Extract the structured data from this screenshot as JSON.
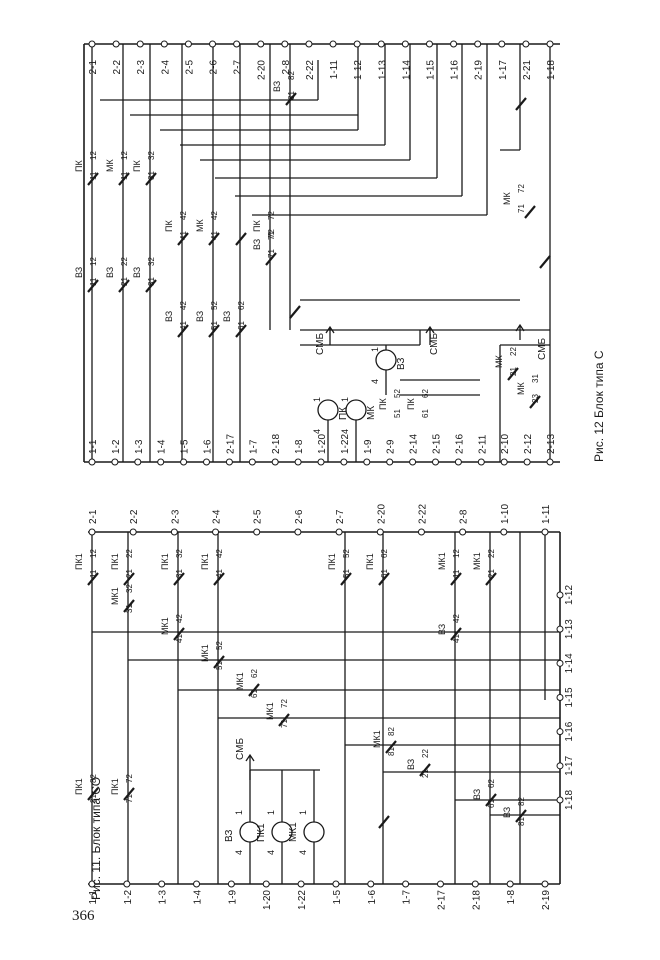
{
  "page": {
    "number": "366"
  },
  "figures": [
    {
      "id": "fig11",
      "caption": "Рис. 11. Блок типа СО",
      "top_terminals": [
        "2-1",
        "2-2",
        "2-3",
        "2-4",
        "2-5",
        "2-6",
        "2-7",
        "2-20",
        "2-22",
        "2-8",
        "1-10",
        "1-11"
      ],
      "right_terminals": [
        "1-12",
        "1-13",
        "1-14",
        "1-15",
        "1-16",
        "1-17",
        "1-18"
      ],
      "bottom_terminals": [
        "1-1",
        "1-2",
        "1-3",
        "1-4",
        "1-9",
        "1-20",
        "1-22",
        "1-5",
        "1-6",
        "1-7",
        "2-17",
        "2-18",
        "1-8",
        "2-19"
      ],
      "relays": [
        "ВЗ",
        "ПК1",
        "МК1"
      ],
      "supply_label": "СМБ",
      "contacts": [
        {
          "relay": "ПК1",
          "a": "11",
          "b": "12"
        },
        {
          "relay": "ПК1",
          "a": "21",
          "b": "22"
        },
        {
          "relay": "ПК1",
          "a": "31",
          "b": "32"
        },
        {
          "relay": "ПК1",
          "a": "41",
          "b": "42"
        },
        {
          "relay": "ПК1",
          "a": "51",
          "b": "52"
        },
        {
          "relay": "ПК1",
          "a": "61",
          "b": "62"
        },
        {
          "relay": "МК1",
          "a": "11",
          "b": "12"
        },
        {
          "relay": "МК1",
          "a": "21",
          "b": "22"
        },
        {
          "relay": "МК1",
          "a": "31",
          "b": "32"
        },
        {
          "relay": "МК1",
          "a": "41",
          "b": "42"
        },
        {
          "relay": "МК1",
          "a": "51",
          "b": "52"
        },
        {
          "relay": "МК1",
          "a": "61",
          "b": "62"
        },
        {
          "relay": "МК1",
          "a": "71",
          "b": "72"
        },
        {
          "relay": "МК1",
          "a": "81",
          "b": "82"
        },
        {
          "relay": "ВЗ",
          "a": "21",
          "b": "22"
        },
        {
          "relay": "ВЗ",
          "a": "41",
          "b": "42"
        },
        {
          "relay": "ВЗ",
          "a": "61",
          "b": "62"
        },
        {
          "relay": "ВЗ",
          "a": "81",
          "b": "82"
        },
        {
          "relay": "ПК1",
          "a": "71",
          "b": "72"
        },
        {
          "relay": "ПК1",
          "a": "81",
          "b": "82"
        }
      ],
      "coil_pins": [
        "1",
        "4"
      ]
    },
    {
      "id": "fig12",
      "caption": "Рис. 12 Блок типа С",
      "top_terminals": [
        "2-1",
        "2-2",
        "2-3",
        "2-4",
        "2-5",
        "2-6",
        "2-7",
        "2-20",
        "2-8",
        "2-22",
        "1-11",
        "1-12",
        "1-13",
        "1-14",
        "1-15",
        "1-16",
        "2-19",
        "1-17",
        "2-21",
        "1-18"
      ],
      "bottom_terminals": [
        "1-1",
        "1-2",
        "1-3",
        "1-4",
        "1-5",
        "1-6",
        "2-17",
        "1-7",
        "2-18",
        "1-8",
        "1-20",
        "1-22",
        "1-9",
        "2-9",
        "2-14",
        "2-15",
        "2-16",
        "2-11",
        "2-10",
        "2-12",
        "2-13"
      ],
      "relays": [
        "ВЗ",
        "ПК",
        "МК"
      ],
      "supply_label": "СМБ",
      "contacts": [
        {
          "relay": "ВЗ",
          "a": "11",
          "b": "12"
        },
        {
          "relay": "ВЗ",
          "a": "21",
          "b": "22"
        },
        {
          "relay": "ВЗ",
          "a": "31",
          "b": "32"
        },
        {
          "relay": "ВЗ",
          "a": "41",
          "b": "42"
        },
        {
          "relay": "ВЗ",
          "a": "51",
          "b": "52"
        },
        {
          "relay": "ВЗ",
          "a": "61",
          "b": "62"
        },
        {
          "relay": "ВЗ",
          "a": "71",
          "b": "72"
        },
        {
          "relay": "ВЗ",
          "a": "81",
          "b": "82"
        },
        {
          "relay": "ПК",
          "a": "11",
          "b": "12"
        },
        {
          "relay": "ПК",
          "a": "31",
          "b": "32"
        },
        {
          "relay": "ПК",
          "a": "41",
          "b": "42"
        },
        {
          "relay": "ПК",
          "a": "71",
          "b": "72"
        },
        {
          "relay": "МК",
          "a": "11",
          "b": "12"
        },
        {
          "relay": "МК",
          "a": "41",
          "b": "42"
        },
        {
          "relay": "МК",
          "a": "71",
          "b": "72"
        },
        {
          "relay": "ПК",
          "a": "51",
          "b": "52"
        },
        {
          "relay": "ПК",
          "a": "61",
          "b": "62"
        },
        {
          "relay": "МК",
          "a": "21",
          "b": "22"
        },
        {
          "relay": "МК",
          "a": "23",
          "b": "31"
        }
      ],
      "coil_pins": [
        "1",
        "4"
      ]
    }
  ]
}
